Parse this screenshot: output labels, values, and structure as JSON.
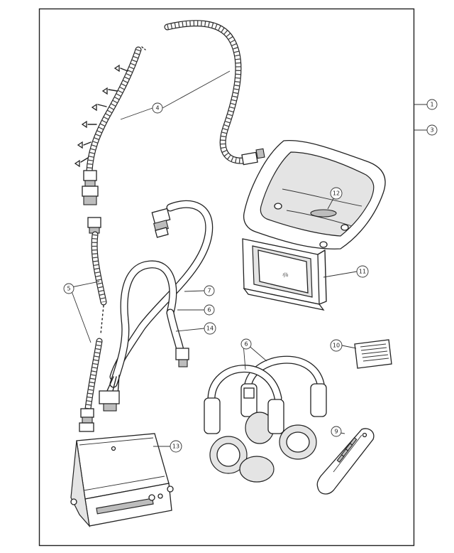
{
  "callouts": {
    "c1": "1",
    "c3": "3",
    "c4": "4",
    "c5": "5",
    "c6a": "6",
    "c6b": "6",
    "c7": "7",
    "c9": "9",
    "c10": "10",
    "c11": "11",
    "c12": "12",
    "c13": "13",
    "c14": "14"
  },
  "parts": [
    "wiring-harness-spiral",
    "wiring-harness-short",
    "video-cable",
    "audio-cable",
    "overhead-console",
    "lcd-screen",
    "wireless-headphones",
    "remote-control",
    "ir-sensor",
    "dvd-player"
  ]
}
